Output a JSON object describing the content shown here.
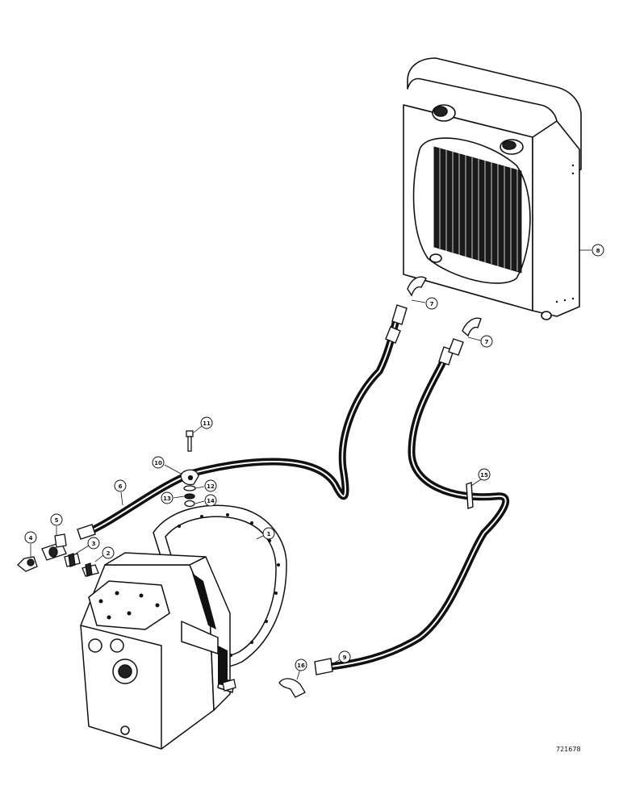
{
  "figure": {
    "reference_code": "721678",
    "callouts": [
      {
        "id": "c1",
        "label": "1",
        "part": "transmission-housing"
      },
      {
        "id": "c2",
        "label": "2",
        "part": "fitting"
      },
      {
        "id": "c3",
        "label": "3",
        "part": "nipple"
      },
      {
        "id": "c4",
        "label": "4",
        "part": "sender-switch"
      },
      {
        "id": "c5",
        "label": "5",
        "part": "tee-fitting"
      },
      {
        "id": "c6",
        "label": "6",
        "part": "hose-upper"
      },
      {
        "id": "c7a",
        "label": "7",
        "part": "elbow-fitting"
      },
      {
        "id": "c7b",
        "label": "7",
        "part": "elbow-fitting"
      },
      {
        "id": "c8",
        "label": "8",
        "part": "radiator"
      },
      {
        "id": "c9",
        "label": "9",
        "part": "hose-lower"
      },
      {
        "id": "c10",
        "label": "10",
        "part": "clamp"
      },
      {
        "id": "c11",
        "label": "11",
        "part": "bolt"
      },
      {
        "id": "c12",
        "label": "12",
        "part": "washer"
      },
      {
        "id": "c13",
        "label": "13",
        "part": "lock-washer"
      },
      {
        "id": "c14",
        "label": "14",
        "part": "nut"
      },
      {
        "id": "c15",
        "label": "15",
        "part": "hose-clip"
      },
      {
        "id": "c16",
        "label": "16",
        "part": "elbow"
      }
    ]
  }
}
